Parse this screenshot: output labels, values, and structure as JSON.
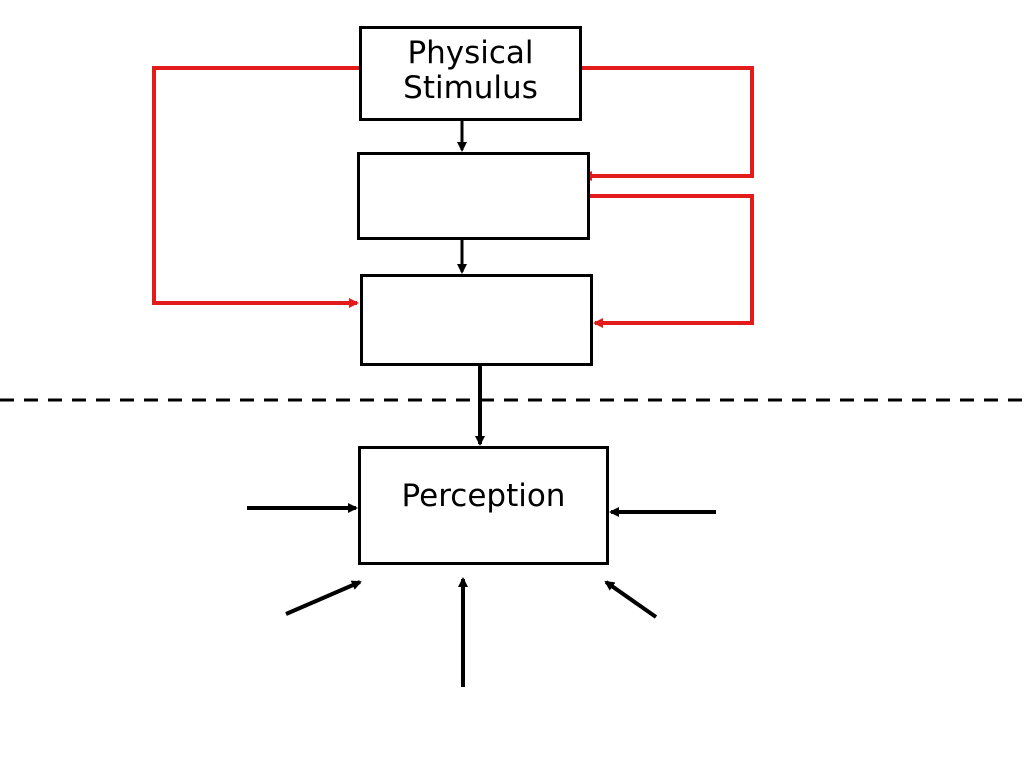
{
  "diagram": {
    "boxes": {
      "stimulus": {
        "line1": "Physical",
        "line2": "Stimulus"
      },
      "middle": {
        "label": ""
      },
      "lower": {
        "label": ""
      },
      "perception": {
        "label": "Perception"
      }
    },
    "colors": {
      "box_border": "#000000",
      "feedback_arrows": "#e41b1b",
      "flow_arrows": "#000000",
      "divider": "#000000"
    },
    "divider_style": "dashed"
  }
}
